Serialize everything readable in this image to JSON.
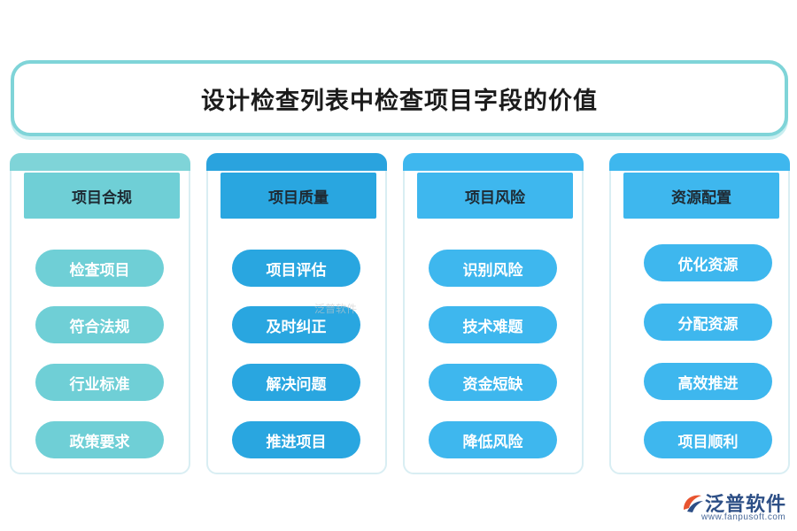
{
  "title": "设计检查列表中检查项目字段的价值",
  "columns": [
    {
      "header": "项目合规",
      "items": [
        "检查项目",
        "符合法规",
        "行业标准",
        "政策要求"
      ],
      "colors": {
        "bar": "#7fd4d8",
        "header": "#6fcfd6",
        "pill": "#6fcfd6"
      }
    },
    {
      "header": "项目质量",
      "items": [
        "项目评估",
        "及时纠正",
        "解决问题",
        "推进项目"
      ],
      "colors": {
        "bar": "#2aa3de",
        "header": "#29a6e0",
        "pill": "#29a6e0"
      }
    },
    {
      "header": "项目风险",
      "items": [
        "识别风险",
        "技术难题",
        "资金短缺",
        "降低风险"
      ],
      "colors": {
        "bar": "#3eb7ee",
        "header": "#3eb7ee",
        "pill": "#3eb7ee"
      }
    },
    {
      "header": "资源配置",
      "items": [
        "优化资源",
        "分配资源",
        "高效推进",
        "项目顺利"
      ],
      "colors": {
        "bar": "#3eb7ee",
        "header": "#3eb7ee",
        "pill": "#3eb7ee"
      }
    }
  ],
  "watermark": "泛普软件",
  "logo": {
    "name": "泛普软件",
    "url": "www.fanpusoft.com",
    "icon": "fanpu-logo-icon"
  }
}
